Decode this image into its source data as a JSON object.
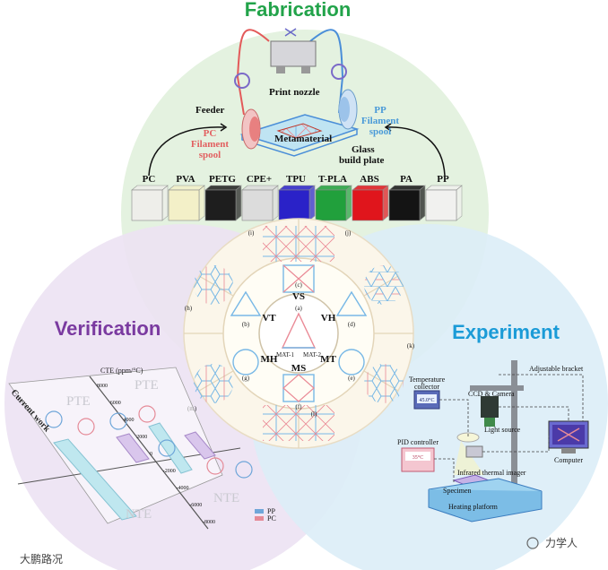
{
  "sections": {
    "fabrication": "Fabrication",
    "verification": "Verification",
    "experiment": "Experiment"
  },
  "fabrication": {
    "print_nozzle": "Print nozzle",
    "feeder": "Feeder",
    "pc_spool": [
      "PC",
      "Filament",
      "spool"
    ],
    "pp_spool": [
      "PP",
      "Filament",
      "spool"
    ],
    "metamaterial": "Metamaterial",
    "glass_plate": [
      "Glass",
      "build plate"
    ],
    "materials": [
      "PC",
      "PVA",
      "PETG",
      "CPE+",
      "TPU",
      "T-PLA",
      "ABS",
      "PA",
      "PP"
    ],
    "material_colors": [
      "#eeeeea",
      "#f3f0c8",
      "#1e1e1e",
      "#dcdcdc",
      "#2a22c8",
      "#21a03c",
      "#e0151c",
      "#141414",
      "#f1f1ef"
    ]
  },
  "center": {
    "labels": [
      "VS",
      "VT",
      "VH",
      "MS",
      "MH",
      "MT"
    ],
    "mat1": "MAT-1",
    "mat2": "MAT-2",
    "cells": [
      "(a)",
      "(b)",
      "(c)",
      "(d)",
      "(e)",
      "(f)",
      "(g)",
      "(h)",
      "(i)",
      "(j)",
      "(k)",
      "(l)",
      "(m)"
    ]
  },
  "verification": {
    "pte": "PTE",
    "nte": "NTE",
    "current_work": "Current work",
    "y_axis": "CTE (ppm/°C)",
    "ticks": [
      "8000",
      "6000",
      "4000",
      "2000",
      "0",
      "-2000",
      "-4000",
      "-6000",
      "-8000"
    ],
    "legend": [
      "PP",
      "PC"
    ]
  },
  "experiment": {
    "bracket": "Adjustable bracket",
    "temp_collector": [
      "Temperature",
      "collector"
    ],
    "temp_display": "45.0°C",
    "ccd": "CCD & Camera",
    "light": "Light source",
    "computer": "Computer",
    "pid": "PID controller",
    "pid_display": "35°C",
    "ir": "Infrared thermal imager",
    "specimen": "Specimen",
    "platform": "Heating platform"
  },
  "watermarks": {
    "left": "大鹏路况",
    "right": "力学人"
  }
}
